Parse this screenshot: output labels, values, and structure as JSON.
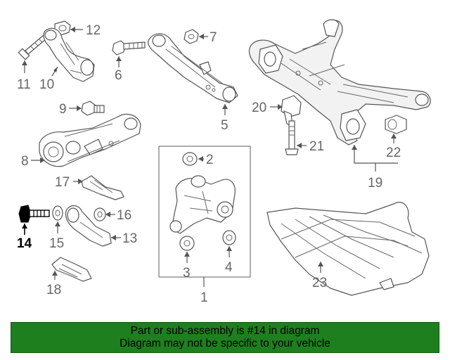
{
  "callouts": {
    "c1": "1",
    "c2": "2",
    "c3": "3",
    "c4": "4",
    "c5": "5",
    "c6": "6",
    "c7": "7",
    "c8": "8",
    "c9": "9",
    "c10": "10",
    "c11": "11",
    "c12": "12",
    "c13": "13",
    "c14": "14",
    "c15": "15",
    "c16": "16",
    "c17": "17",
    "c18": "18",
    "c19": "19",
    "c20": "20",
    "c21": "21",
    "c22": "22",
    "c23": "23"
  },
  "highlighted_part": "14",
  "colors": {
    "banner": "#1e7f1e",
    "line_art": "#555555",
    "highlight_part": "#000000"
  },
  "banner": {
    "line1": "Part or sub-assembly is #14 in diagram",
    "line2": "Diagram may not be specific to your vehicle"
  }
}
